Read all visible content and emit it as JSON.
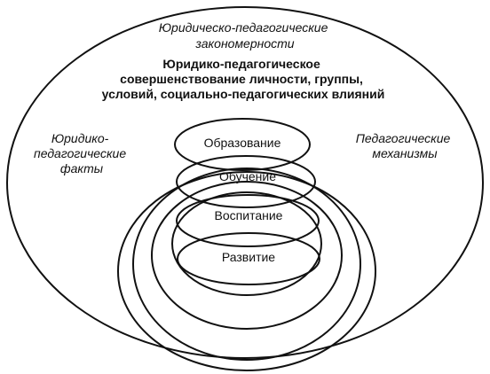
{
  "outer": {
    "top_label": [
      "Юридичеcко-педагогические",
      "закономерности"
    ],
    "center_title": [
      "Юридико-педагогическое",
      "совершенствование личности, группы,",
      "условий, социально-педагогических влияний"
    ],
    "left_label": [
      "Юридико-",
      "педагогические",
      "факты"
    ],
    "right_label": [
      "Педагогические",
      "механизмы"
    ]
  },
  "inner_items": [
    "Образование",
    "Обучение",
    "Воспитание",
    "Развитие"
  ]
}
